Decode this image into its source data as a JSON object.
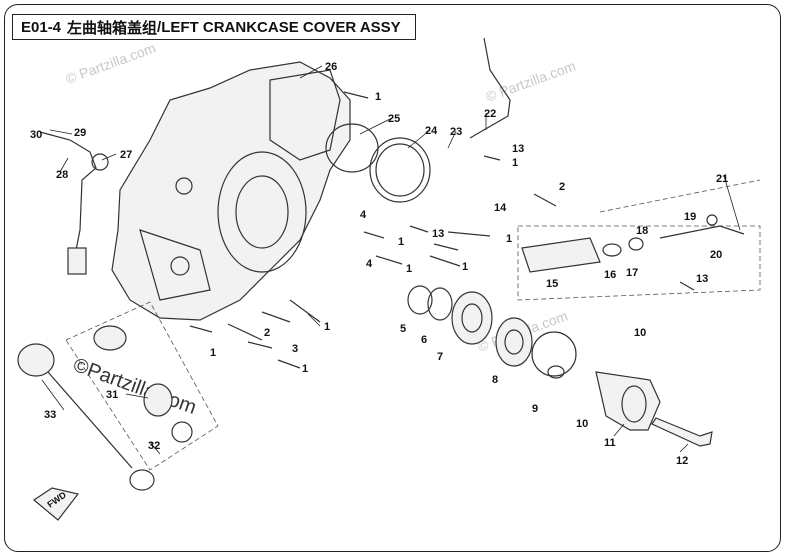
{
  "title": {
    "code": "E01-4",
    "chinese": "左曲轴箱盖组",
    "english": "/LEFT CRANKCASE COVER ASSY"
  },
  "watermarks": [
    "© Partzilla.com",
    "© Partzilla.com",
    "© Partzilla.com"
  ],
  "main_watermark": "©Partzilla.com",
  "fwd_label": "FWD",
  "callouts": [
    {
      "id": "c26",
      "label": "26"
    },
    {
      "id": "c1a",
      "label": "1"
    },
    {
      "id": "c25",
      "label": "25"
    },
    {
      "id": "c22",
      "label": "22"
    },
    {
      "id": "c24",
      "label": "24"
    },
    {
      "id": "c23",
      "label": "23"
    },
    {
      "id": "c13a",
      "label": "13"
    },
    {
      "id": "c1b",
      "label": "1"
    },
    {
      "id": "c30",
      "label": "30"
    },
    {
      "id": "c29",
      "label": "29"
    },
    {
      "id": "c27",
      "label": "27"
    },
    {
      "id": "c28",
      "label": "28"
    },
    {
      "id": "c2a",
      "label": "2"
    },
    {
      "id": "c21",
      "label": "21"
    },
    {
      "id": "c14",
      "label": "14"
    },
    {
      "id": "c4a",
      "label": "4"
    },
    {
      "id": "c1c",
      "label": "1"
    },
    {
      "id": "c19",
      "label": "19"
    },
    {
      "id": "c18",
      "label": "18"
    },
    {
      "id": "c13b",
      "label": "13"
    },
    {
      "id": "c1d",
      "label": "1"
    },
    {
      "id": "c4b",
      "label": "4"
    },
    {
      "id": "c1e",
      "label": "1"
    },
    {
      "id": "c1f",
      "label": "1"
    },
    {
      "id": "c20",
      "label": "20"
    },
    {
      "id": "c16",
      "label": "16"
    },
    {
      "id": "c17",
      "label": "17"
    },
    {
      "id": "c15",
      "label": "15"
    },
    {
      "id": "c13c",
      "label": "13"
    },
    {
      "id": "c1g",
      "label": "1"
    },
    {
      "id": "c5",
      "label": "5"
    },
    {
      "id": "c6",
      "label": "6"
    },
    {
      "id": "c7",
      "label": "7"
    },
    {
      "id": "c10a",
      "label": "10"
    },
    {
      "id": "c1h",
      "label": "1"
    },
    {
      "id": "c2b",
      "label": "2"
    },
    {
      "id": "c3",
      "label": "3"
    },
    {
      "id": "c1i",
      "label": "1"
    },
    {
      "id": "c8",
      "label": "8"
    },
    {
      "id": "c9",
      "label": "9"
    },
    {
      "id": "c10b",
      "label": "10"
    },
    {
      "id": "c31",
      "label": "31"
    },
    {
      "id": "c33",
      "label": "33"
    },
    {
      "id": "c32",
      "label": "32"
    },
    {
      "id": "c11",
      "label": "11"
    },
    {
      "id": "c12",
      "label": "12"
    }
  ]
}
